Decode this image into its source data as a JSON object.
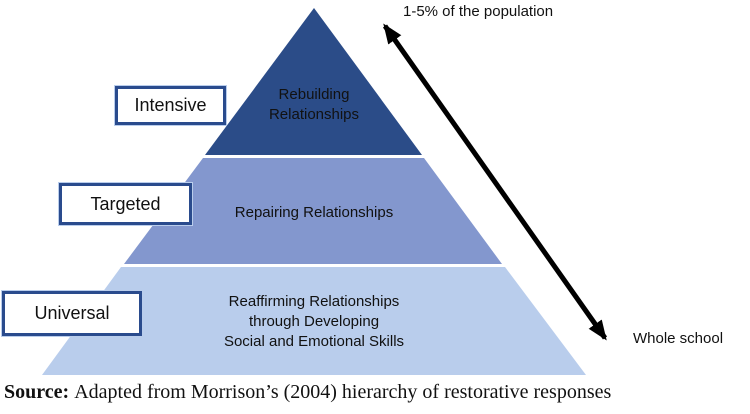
{
  "colors": {
    "tier_intensive": "#2b4c88",
    "tier_targeted": "#8397ce",
    "tier_universal": "#b9cdec",
    "label_box_border": "#2a4b8d",
    "arrow": "#000000"
  },
  "pyramid": {
    "tiers": [
      {
        "label": "Intensive",
        "color": "#2b4c88",
        "lines": [
          "Rebuilding",
          "Relationships"
        ]
      },
      {
        "label": "Targeted",
        "color": "#8397ce",
        "lines": [
          "Repairing Relationships"
        ]
      },
      {
        "label": "Universal",
        "color": "#b9cdec",
        "lines": [
          "Reaffirming Relationships",
          "through Developing",
          "Social and Emotional Skills"
        ]
      }
    ]
  },
  "arrow": {
    "top_label": "1-5% of the population",
    "bottom_label": "Whole school",
    "color": "#000000"
  },
  "source_note": {
    "label": "Source:",
    "text": "Adapted from Morrison’s (2004) hierarchy of restorative responses"
  }
}
